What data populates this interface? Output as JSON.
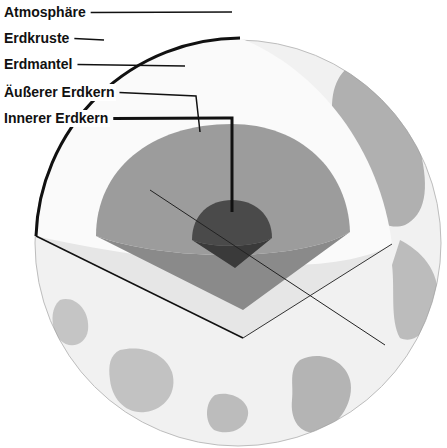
{
  "diagram": {
    "labels": [
      "Atmosphäre",
      "Erdkruste",
      "Erdmantel",
      "Äußerer Erdkern",
      "Innerer Erdkern"
    ]
  }
}
